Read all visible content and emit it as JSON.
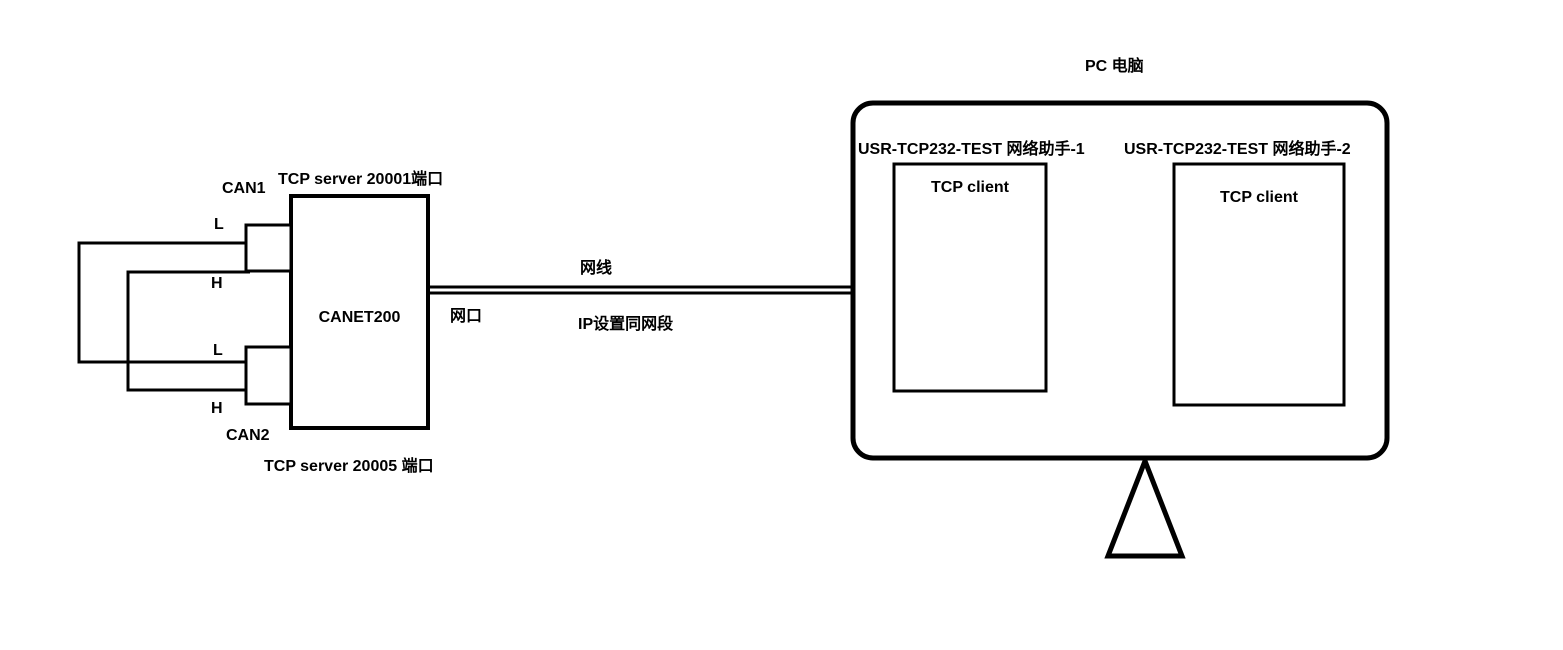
{
  "pc": {
    "title": "PC 电脑",
    "helpers": [
      {
        "title": "USR-TCP232-TEST 网络助手-1",
        "mode": "TCP client"
      },
      {
        "title": "USR-TCP232-TEST 网络助手-2",
        "mode": "TCP client"
      }
    ]
  },
  "device": {
    "name": "CANET200",
    "port_top_label": "TCP server 20001端口",
    "port_bottom_label": "TCP server 20005 端口",
    "can1": "CAN1",
    "can2": "CAN2",
    "pins": {
      "can1_l": "L",
      "can1_h": "H",
      "can2_l": "L",
      "can2_h": "H"
    }
  },
  "connection": {
    "cable": "网线",
    "port": "网口",
    "note": "IP设置同网段"
  },
  "colors": {
    "line": "#000000",
    "background": "#ffffff"
  }
}
